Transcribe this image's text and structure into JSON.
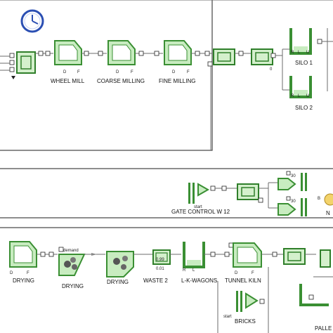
{
  "labels": {
    "wheel_mill": "WHEEL MILL",
    "coarse_milling": "COARSE MILLING",
    "fine_milling": "FINE MILLING",
    "silo1": "SILO 1",
    "silo2": "SILO 2",
    "gate_start": "start",
    "gate_control": "GATE CONTROL W 12",
    "n_partial": "N",
    "drying1": "DRYING",
    "drying2": "DRYING",
    "drying3": "DRYING",
    "waste2": "WASTE 2",
    "lk_wagons": "L-K-WAGONS",
    "tunnel_kiln": "TUNNEL KILN",
    "bricks_start": "start",
    "bricks": "BRICKS",
    "palle_partial": "PALLE",
    "demand": "demand",
    "val_030_a": "30",
    "val_030_b": "30",
    "val_b": "B",
    "val_099": "0.99",
    "val_001": "0.01",
    "val_0": "0"
  },
  "port_letters": {
    "d": "D",
    "f": "F",
    "r": "R",
    "l": "L",
    "u": "U"
  },
  "colors": {
    "block_fill": "#c8ecc0",
    "block_stroke": "#3a8f33",
    "connector": "#6b6b6b",
    "clock_face": "#2b4fb3",
    "gate_yellow": "#f3d36b"
  },
  "icons": [
    "clock-icon",
    "gate-icon",
    "bricks-source-icon"
  ]
}
